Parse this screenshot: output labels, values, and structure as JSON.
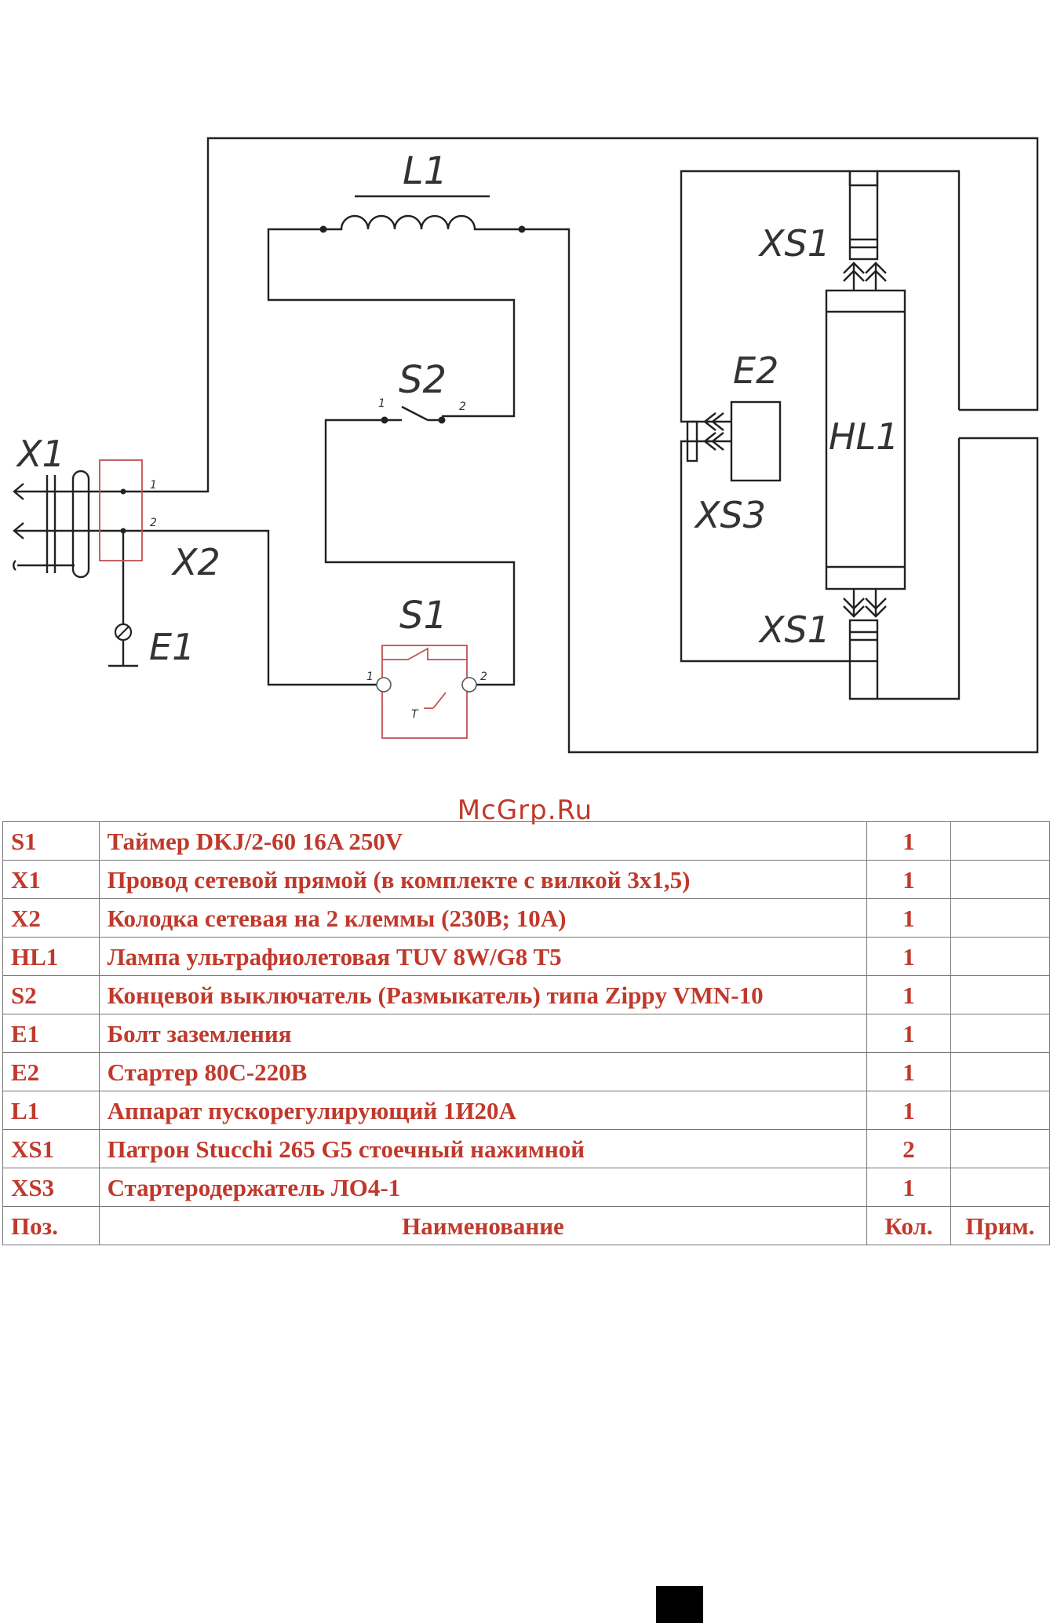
{
  "diagram": {
    "labels": {
      "L1": "L1",
      "S2": "S2",
      "S1": "S1",
      "X1": "X1",
      "X2": "X2",
      "E1": "E1",
      "E2": "E2",
      "HL1": "HL1",
      "XS1_top": "XS1",
      "XS1_bottom": "XS1",
      "XS3": "XS3"
    },
    "pins": {
      "x1_pin1": "1",
      "x1_pin2": "2",
      "s2_pin1": "1",
      "s2_pin2": "2",
      "s1_pin1": "1",
      "s1_pin2": "2",
      "timer_mark": "T"
    }
  },
  "watermark": "McGrp.Ru",
  "bom": {
    "rows": [
      {
        "pos": "S1",
        "name": "Таймер DKJ/2-60 16A 250V",
        "qty": "1",
        "note": ""
      },
      {
        "pos": "X1",
        "name": "Провод сетевой прямой (в комплекте с вилкой  3х1,5)",
        "qty": "1",
        "note": ""
      },
      {
        "pos": "X2",
        "name": "Колодка сетевая на 2 клеммы (230В; 10А)",
        "qty": "1",
        "note": ""
      },
      {
        "pos": "HL1",
        "name": "Лампа ультрафиолетовая TUV 8W/G8 T5",
        "qty": "1",
        "note": ""
      },
      {
        "pos": "S2",
        "name": "Концевой выключатель (Размыкатель) типа Zippy VMN-10",
        "qty": "1",
        "note": ""
      },
      {
        "pos": "E1",
        "name": "Болт заземления",
        "qty": "1",
        "note": ""
      },
      {
        "pos": "E2",
        "name": "Стартер 80С-220В",
        "qty": "1",
        "note": ""
      },
      {
        "pos": "L1",
        "name": "Аппарат пускорегулирующий 1И20А",
        "qty": "1",
        "note": ""
      },
      {
        "pos": "XS1",
        "name": "Патрон Stucchi 265 G5 стоечный нажимной",
        "qty": "2",
        "note": ""
      },
      {
        "pos": "XS3",
        "name": "Стартеродержатель ЛО4-1",
        "qty": "1",
        "note": ""
      }
    ],
    "header": {
      "pos": "Поз.",
      "name": "Наименование",
      "qty": "Кол.",
      "note": "Прим."
    }
  }
}
